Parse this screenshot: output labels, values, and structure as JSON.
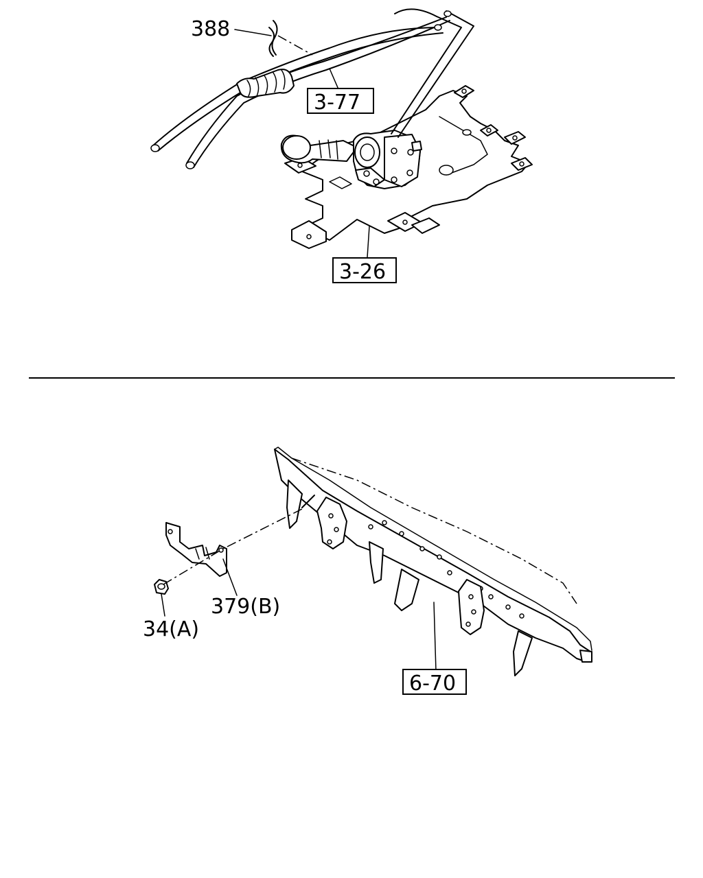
{
  "callouts": {
    "c388": "388",
    "c3_77": "3-77",
    "c3_26": "3-26",
    "c379b": "379(B)",
    "c34a": "34(A)",
    "c6_70": "6-70"
  }
}
